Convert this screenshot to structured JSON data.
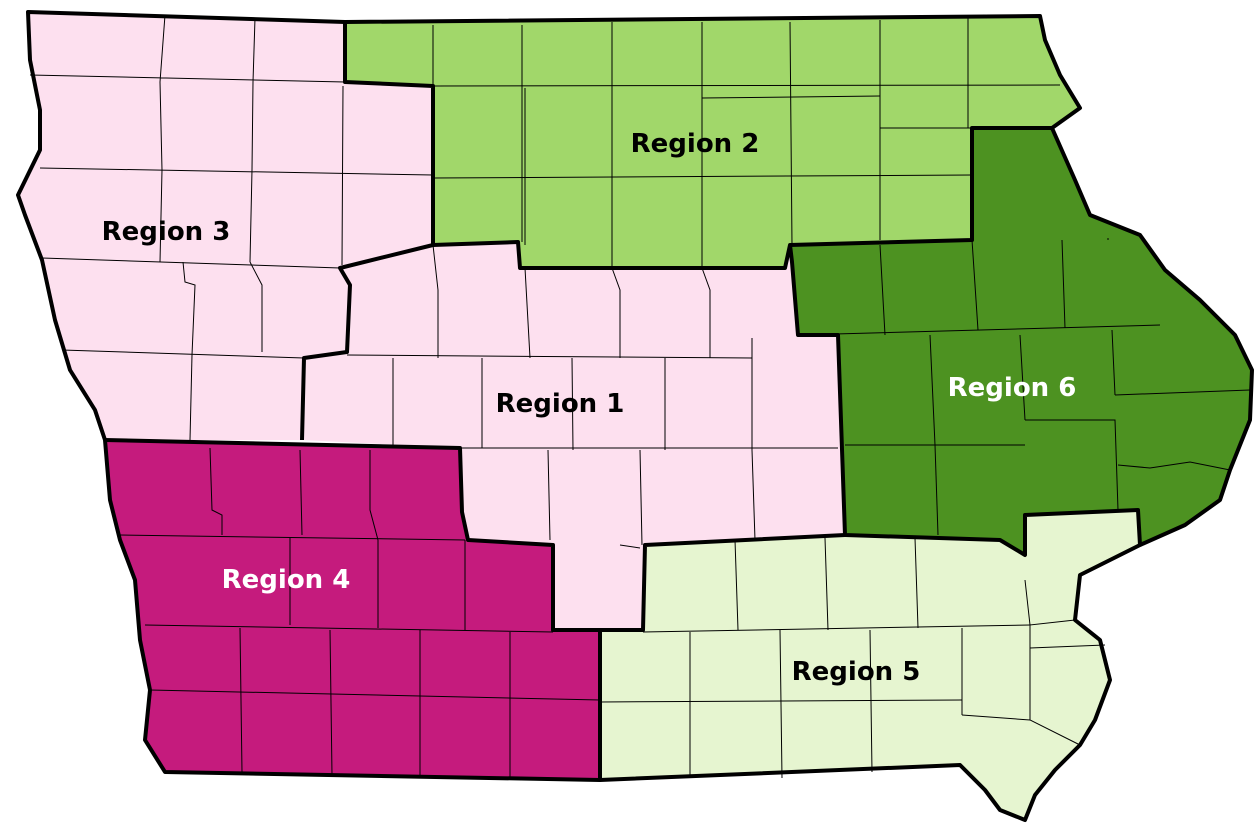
{
  "regions": [
    {
      "id": 1,
      "label": "Region 1",
      "fill": "#fde0ef",
      "label_color": "#000000"
    },
    {
      "id": 2,
      "label": "Region 2",
      "fill": "#a1d76a",
      "label_color": "#000000"
    },
    {
      "id": 3,
      "label": "Region 3",
      "fill": "#fde0ef",
      "label_color": "#000000"
    },
    {
      "id": 4,
      "label": "Region 4",
      "fill": "#c51b7d",
      "label_color": "#ffffff"
    },
    {
      "id": 5,
      "label": "Region 5",
      "fill": "#e6f5d0",
      "label_color": "#000000"
    },
    {
      "id": 6,
      "label": "Region 6",
      "fill": "#4d9221",
      "label_color": "#ffffff"
    }
  ]
}
